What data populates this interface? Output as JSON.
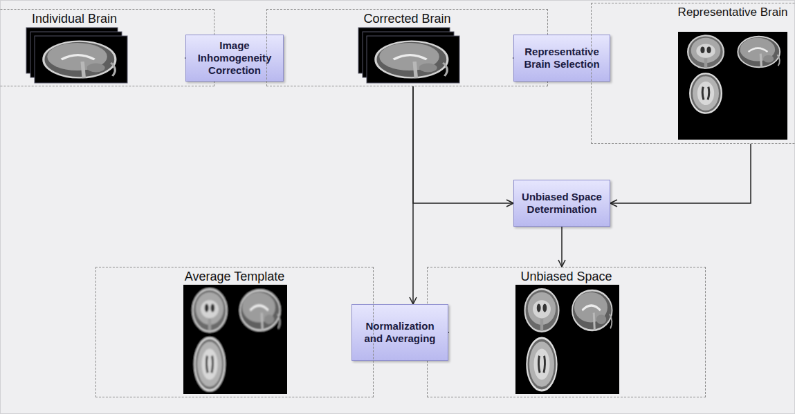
{
  "diagram": {
    "nodes": [
      {
        "text": [
          "Individual Brain"
        ]
      },
      {
        "text": [
          "Image Inhomogeneity Correction"
        ]
      },
      {
        "text": [
          "Corrected Brain"
        ]
      },
      {
        "text": [
          "Representative Brain Selection"
        ]
      },
      {
        "text": [
          "Representative Brain"
        ]
      },
      {
        "text": [
          "Unbiased Space Determination"
        ]
      },
      {
        "text": [
          "Unbiased Space"
        ]
      },
      {
        "text": [
          "Normalization and Averaging"
        ]
      },
      {
        "text": [
          "Average Template"
        ]
      }
    ],
    "edges": [
      {
        "from": 0,
        "to": 1,
        "arrow": "to"
      },
      {
        "from": 1,
        "to": 2,
        "arrow": "to"
      },
      {
        "from": 2,
        "to": 3,
        "arrow": "to"
      },
      {
        "from": 3,
        "to": 4,
        "arrow": "to"
      },
      {
        "from": 2,
        "to": 5,
        "arrow": "to"
      },
      {
        "from": 4,
        "to": 5,
        "arrow": "to"
      },
      {
        "from": 2,
        "to": 7,
        "arrow": "to"
      },
      {
        "from": 5,
        "to": 6,
        "arrow": "to"
      },
      {
        "from": 6,
        "to": 7,
        "arrow": "to"
      },
      {
        "from": 7,
        "to": 8,
        "arrow": "to"
      }
    ]
  }
}
